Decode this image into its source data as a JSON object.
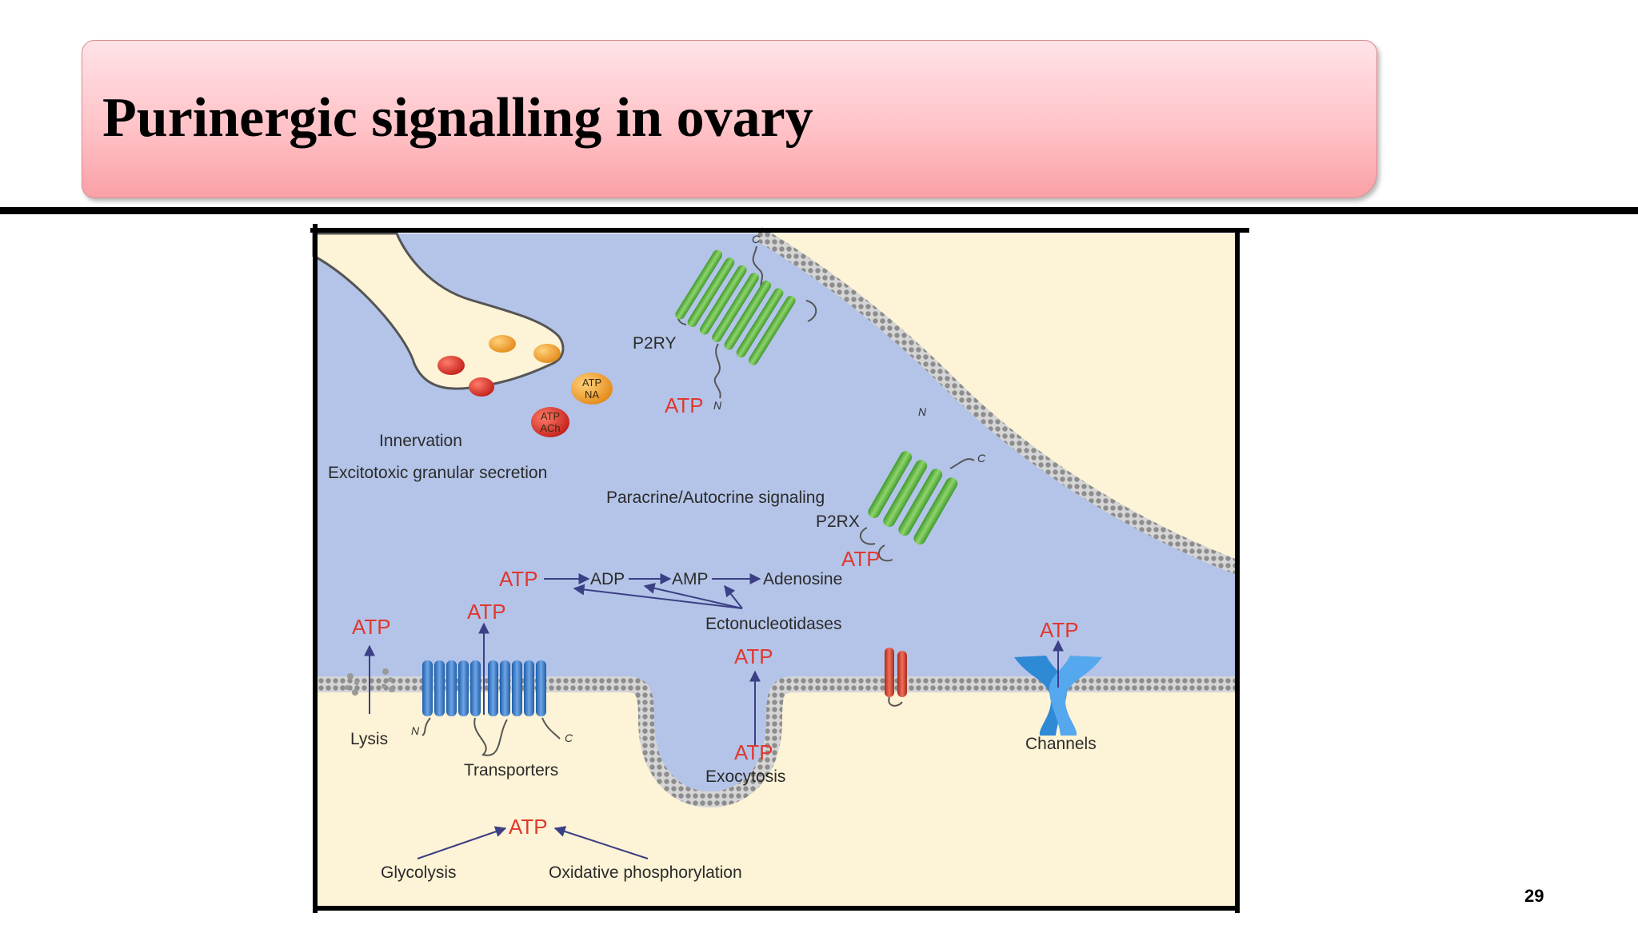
{
  "slide": {
    "title": "Purinergic signalling in ovary",
    "page_number": "29"
  },
  "diagram": {
    "vesicle_labels": {
      "atp_na": [
        "ATP",
        "NA"
      ],
      "atp_ach": [
        "ATP",
        "ACh"
      ]
    },
    "labels": {
      "innervation": "Innervation",
      "excitotoxic": "Excitotoxic granular secretion",
      "p2ry": "P2RY",
      "p2rx": "P2RX",
      "paracrine": "Paracrine/Autocrine signaling",
      "adp": "ADP",
      "amp": "AMP",
      "adenosine": "Adenosine",
      "ectonucleotidases": "Ectonucleotidases",
      "lysis": "Lysis",
      "transporters": "Transporters",
      "exocytosis": "Exocytosis",
      "channels": "Channels",
      "glycolysis": "Glycolysis",
      "oxidative": "Oxidative phosphorylation",
      "atp": "ATP"
    },
    "termini": {
      "n": "N",
      "c": "C"
    },
    "colors": {
      "extracellular": "#b4c4e8",
      "cytoplasm": "#fdf3d6",
      "atp_text": "#e0382f",
      "receptor_green": "#5fb544",
      "transporter_blue": "#3d7cc6",
      "ectonucleotidase_red": "#d8442e",
      "channel_blue": "#2f8ad6",
      "arrow": "#3b3f86"
    }
  }
}
